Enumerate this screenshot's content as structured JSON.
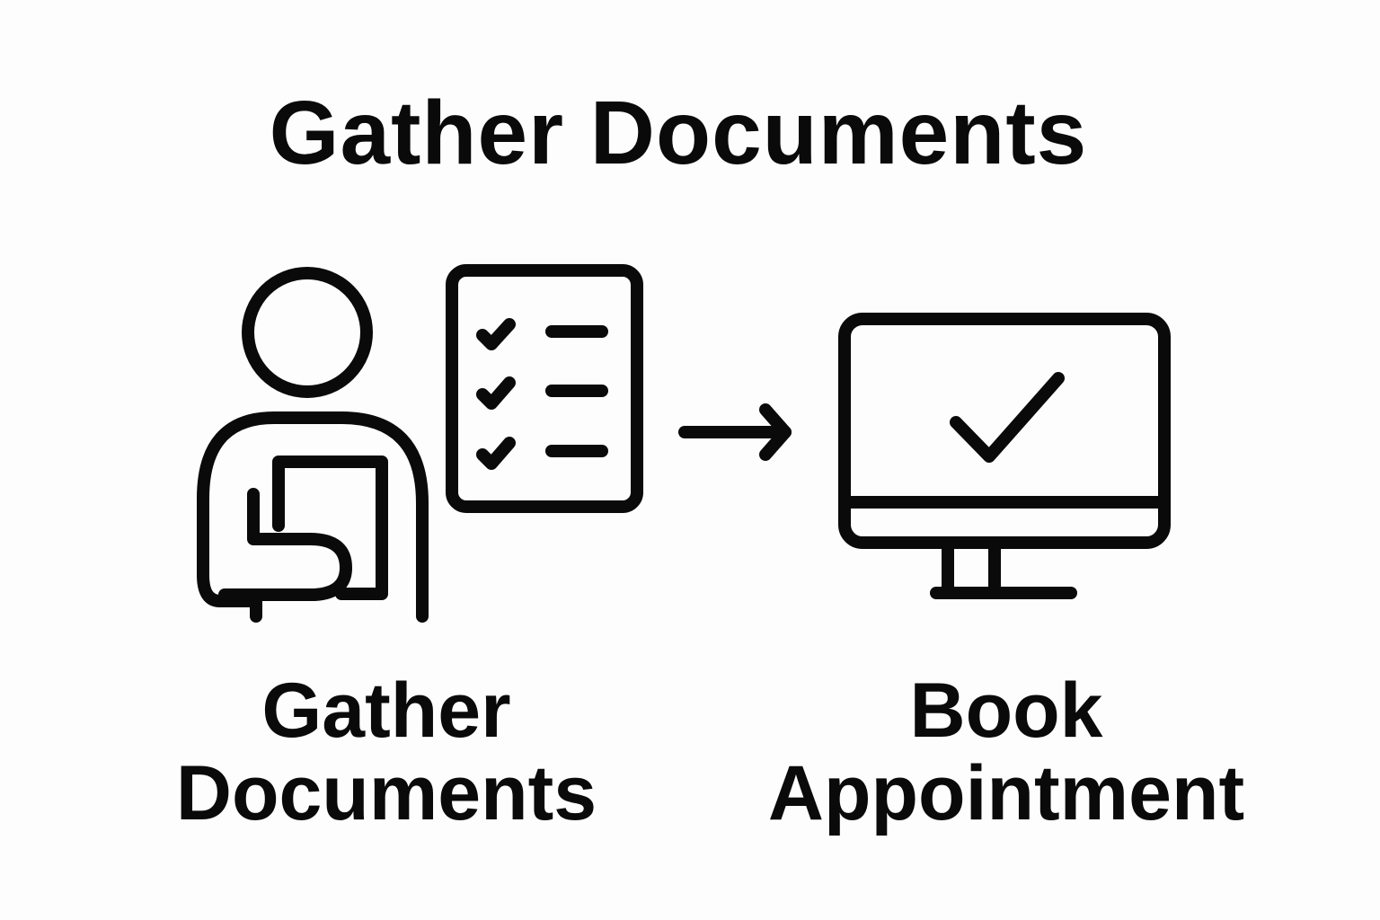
{
  "diagram": {
    "title": "Gather Documents",
    "steps": [
      {
        "line1": "Gather",
        "line2": "Documents",
        "icon": "person-with-checklist-icon"
      },
      {
        "line1": "Book",
        "line2": "Appointment",
        "icon": "monitor-checkmark-icon"
      }
    ],
    "connector": "arrow-right-icon",
    "colors": {
      "background": "#fdfdfd",
      "stroke": "#0a0a0a"
    }
  }
}
